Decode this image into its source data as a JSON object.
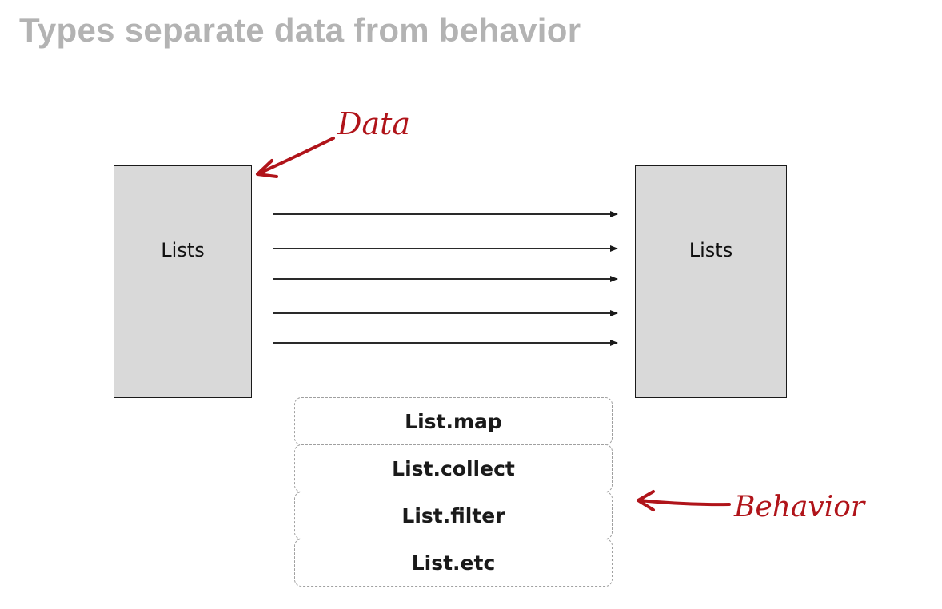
{
  "title": "Types separate data from behavior",
  "left_box": {
    "label": "Lists"
  },
  "right_box": {
    "label": "Lists"
  },
  "behaviors": [
    "List.map",
    "List.collect",
    "List.filter",
    "List.etc"
  ],
  "annotations": {
    "data": {
      "text": "Data"
    },
    "behavior": {
      "text": "Behavior"
    }
  },
  "colors": {
    "annotation": "#b0141a",
    "box_fill": "#d9d9d9",
    "title": "#b3b3b3"
  }
}
